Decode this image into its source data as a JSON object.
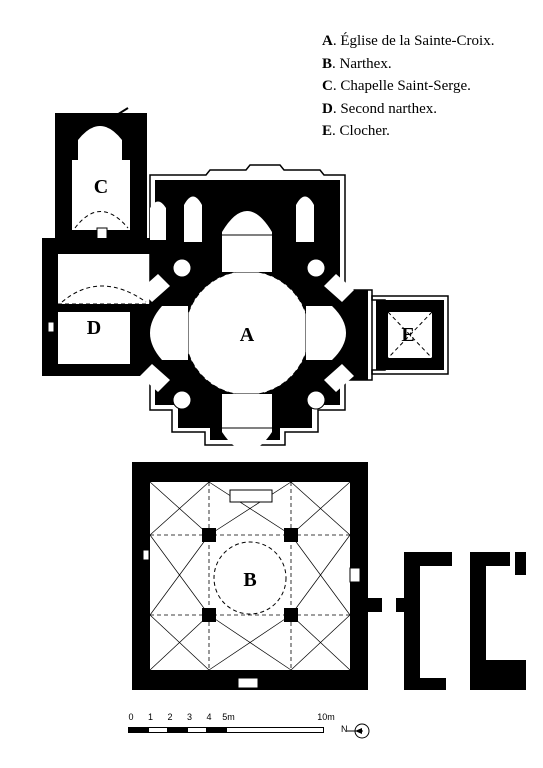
{
  "legend": [
    {
      "key": "A",
      "text": ". Église de la Sainte-Croix."
    },
    {
      "key": "B",
      "text": ". Narthex."
    },
    {
      "key": "C",
      "text": ". Chapelle Saint-Serge."
    },
    {
      "key": "D",
      "text": ". Second narthex."
    },
    {
      "key": "E",
      "text": ". Clocher."
    }
  ],
  "rooms": {
    "a": "A",
    "b": "B",
    "c": "C",
    "d": "D",
    "e": "E"
  },
  "scale": {
    "ticks": [
      "0",
      "1",
      "2",
      "3",
      "4",
      "5m",
      "10m"
    ],
    "tick_values_m": [
      0,
      1,
      2,
      3,
      4,
      5,
      10
    ],
    "max_m": 10
  },
  "north": {
    "label": "N"
  },
  "colors": {
    "wall": "#000000",
    "void": "#ffffff",
    "line": "#000000"
  }
}
